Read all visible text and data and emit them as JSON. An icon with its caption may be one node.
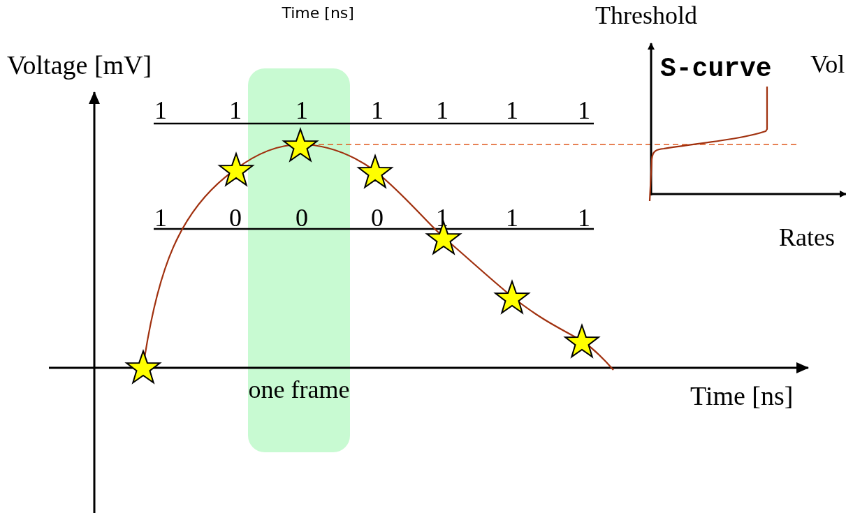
{
  "diagram": {
    "nodes": [
      {
        "text": [
          "one frame"
        ]
      }
    ],
    "labels": [
      "Time [ns]",
      "Threshold",
      "Voltage [mV]",
      "S-curve",
      "Vol",
      "1",
      "1",
      "1",
      "1",
      "1",
      "1",
      "1",
      "1",
      "0",
      "0",
      "0",
      "1",
      "1",
      "1",
      "Rates",
      "Time [ns]"
    ]
  }
}
